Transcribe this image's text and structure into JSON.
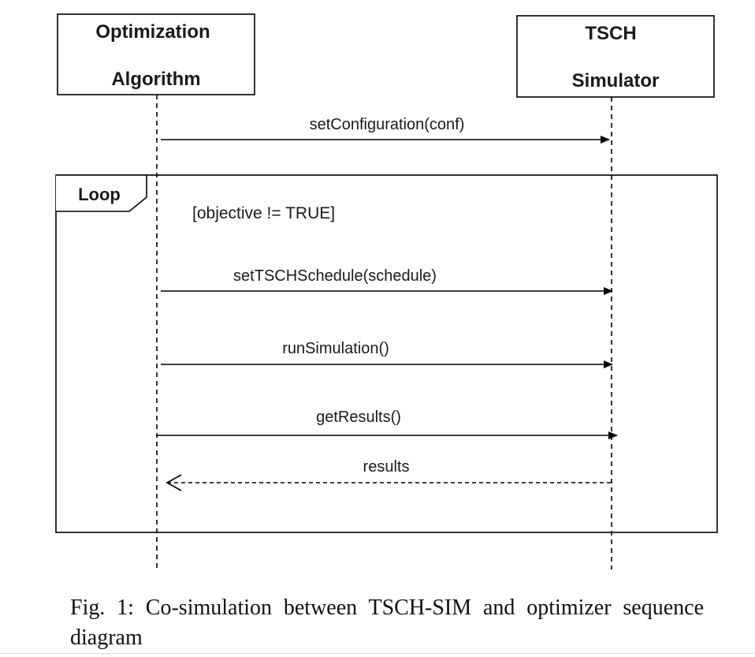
{
  "participants": {
    "optimizer": {
      "line1": "Optimization",
      "line2": "Algorithm"
    },
    "simulator": {
      "line1": "TSCH",
      "line2": "Simulator"
    }
  },
  "loop": {
    "label": "Loop",
    "guard": "[objective != TRUE]"
  },
  "messages": {
    "set_configuration": "setConfiguration(conf)",
    "set_schedule": "setTSCHSchedule(schedule)",
    "run_simulation": "runSimulation()",
    "get_results": "getResults()",
    "results": "results"
  },
  "caption": "Fig. 1: Co-simulation between TSCH-SIM and optimizer sequence diagram"
}
